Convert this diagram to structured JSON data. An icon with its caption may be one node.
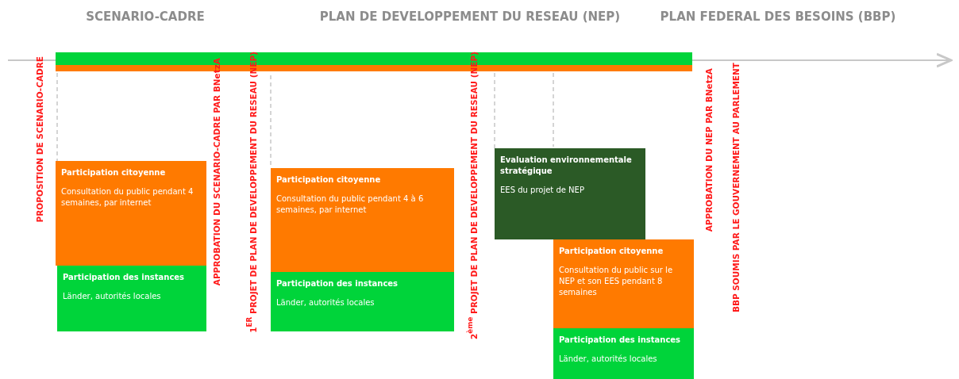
{
  "diagram": {
    "nodes": [
      {
        "text": [
          "Participation citoyenne",
          "Consultation du public pendant 4 semaines, par internet"
        ]
      },
      {
        "text": [
          "Participation des instances",
          "Länder, autorités locales"
        ]
      },
      {
        "text": [
          "Participation citoyenne",
          "Consultation du public pendant 4 à 6 semaines, par internet"
        ]
      },
      {
        "text": [
          "Participation des instances",
          "Länder, autorités locales"
        ]
      },
      {
        "text": [
          "Evaluation environnementale stratégique",
          "EES du projet de NEP"
        ]
      },
      {
        "text": [
          "Participation citoyenne",
          "Consultation du public sur le NEP et son EES pendant 8 semaines"
        ]
      },
      {
        "text": [
          "Participation des instances",
          "Länder, autorités locales"
        ]
      }
    ],
    "edges": [],
    "labels": [
      "SCENARIO-CADRE",
      "PLAN DE DEVELOPPEMENT DU RESEAU (NEP)",
      "PLAN FEDERAL DES BESOINS (BBP)",
      "PROPOSITION DE SCENARIO-CADRE",
      "APPROBATION DU SCENARIO-CADRE PAR BNetzA",
      "1$^{ER}$ PROJET DE PLAN DE DEVELOPPEMENT DU RESEAU (NEP)",
      "2$^{ème}$ PROJET DE PLAN DE DEVELOPPEMENT DU RESEAU (NEP)",
      "APPROBATION DU NEP PAR BNetzA",
      "BBP SOUMIS PAR LE GOUVERNEMENT AU PARLEMENT"
    ]
  }
}
